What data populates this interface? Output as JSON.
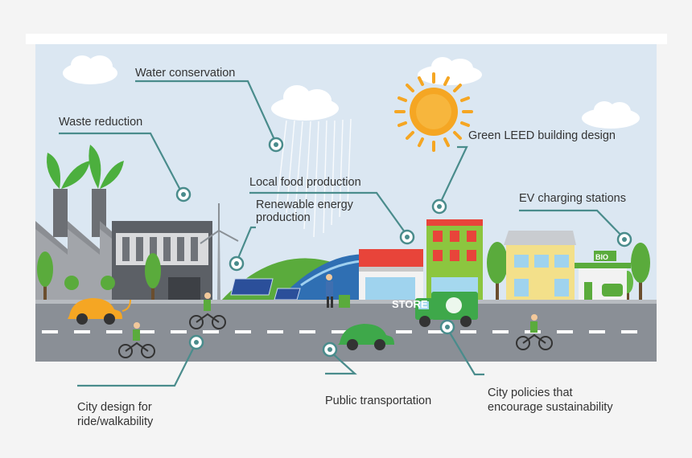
{
  "labels": {
    "water_conservation": "Water conservation",
    "waste_reduction": "Waste reduction",
    "green_leed": "Green LEED building design",
    "local_food": "Local food production",
    "renewable_energy_line1": "Renewable energy",
    "renewable_energy_line2": "production",
    "ev_charging": "EV charging stations",
    "city_design_line1": "City design for",
    "city_design_line2": "ride/walkability",
    "public_transportation": "Public transportation",
    "city_policies_line1": "City policies that",
    "city_policies_line2": "encourage sustainability"
  },
  "signs": {
    "store": "STORE",
    "bio": "BIO"
  },
  "colors": {
    "sky": "#dbe7f2",
    "leader_line": "#4a8c8c",
    "road": "#8a8f96",
    "grass": "#5aab3c",
    "sun": "#f5a623",
    "store_sign": "#e8443a"
  }
}
